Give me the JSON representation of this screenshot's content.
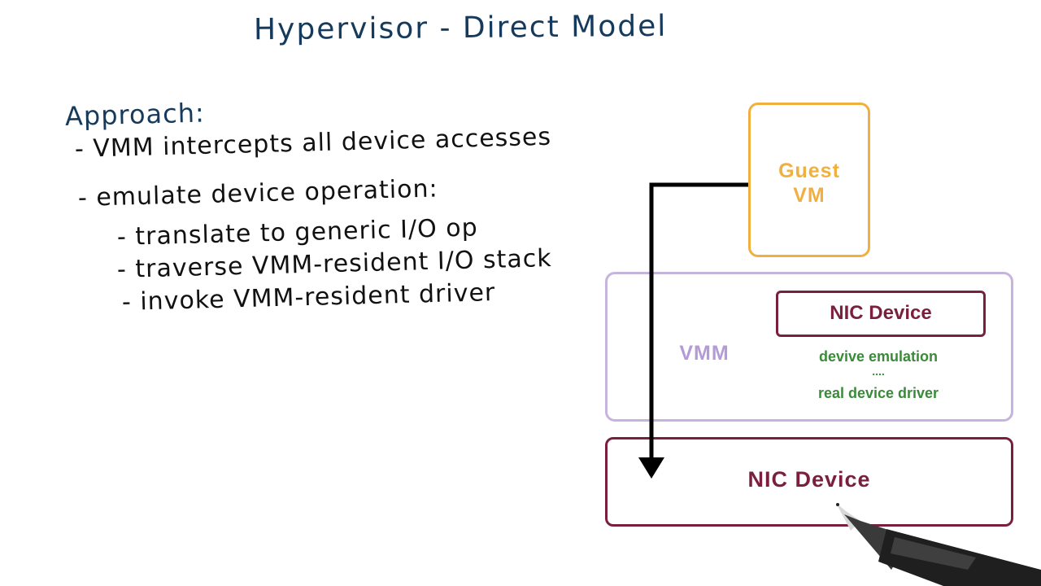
{
  "title": "Hypervisor - Direct Model",
  "notes": {
    "heading": "Approach:",
    "bullets": [
      "- VMM intercepts all device accesses",
      "- emulate device operation:",
      "- translate to generic I/O op",
      "- traverse VMM-resident I/O stack",
      "- invoke VMM-resident driver"
    ]
  },
  "diagram": {
    "guest": {
      "line1": "Guest",
      "line2": "VM"
    },
    "vmm": {
      "label": "VMM",
      "inner_device": "NIC Device",
      "emulation": "devive emulation",
      "separator": "....",
      "driver": "real device driver"
    },
    "device": "NIC Device"
  },
  "colors": {
    "guest": "#f0b040",
    "vmm": "#c6b3de",
    "device": "#7a1f40",
    "emulation_text": "#3a8a3a",
    "title_ink": "#163a5c",
    "ink": "#111111"
  }
}
